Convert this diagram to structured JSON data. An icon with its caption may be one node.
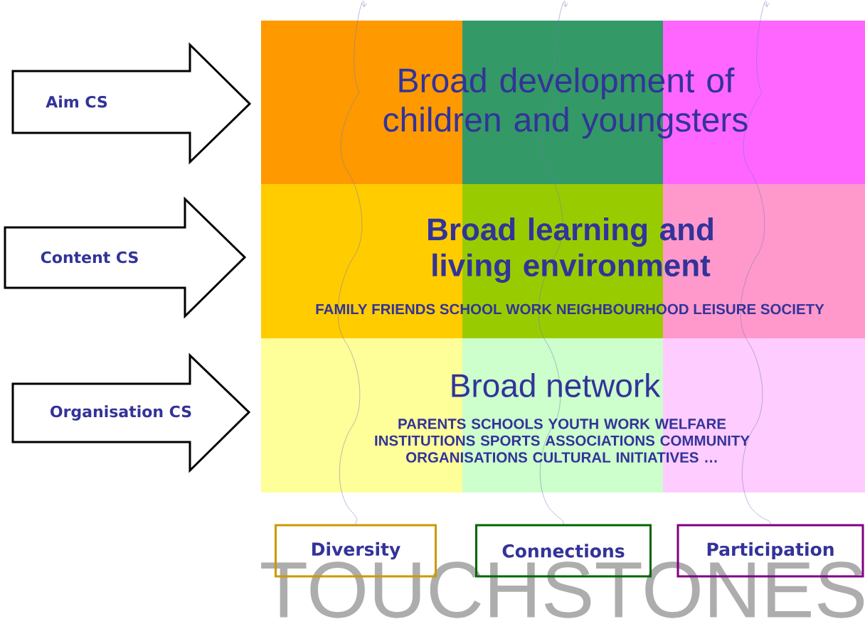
{
  "diagram": {
    "nodes": [
      {
        "text": [
          "Aim CS"
        ]
      },
      {
        "text": [
          "Content CS"
        ]
      },
      {
        "text": [
          "Organisation CS"
        ]
      },
      {
        "text": [
          "Broad development of children and youngsters"
        ]
      },
      {
        "text": [
          "Broad learning and living environment",
          "FAMILY FRIENDS SCHOOL WORK NEIGHBOURHOOD LEISURE SOCIETY"
        ]
      },
      {
        "text": [
          "Broad network",
          "PARENTS SCHOOLS YOUTH WORK WELFARE INSTITUTIONS SPORTS ASSOCIATIONS COMMUNITY ORGANISATIONS CULTURAL INITIATIVES …"
        ]
      },
      {
        "text": [
          "Diversity"
        ]
      },
      {
        "text": [
          "Connections"
        ]
      },
      {
        "text": [
          "Participation"
        ]
      }
    ],
    "edges": [
      {
        "from": 6,
        "to": null,
        "arrow": "to"
      },
      {
        "from": 7,
        "to": null,
        "arrow": "to"
      },
      {
        "from": 8,
        "to": null,
        "arrow": "to"
      }
    ],
    "labels": [
      "TOUCHSTONES"
    ]
  }
}
